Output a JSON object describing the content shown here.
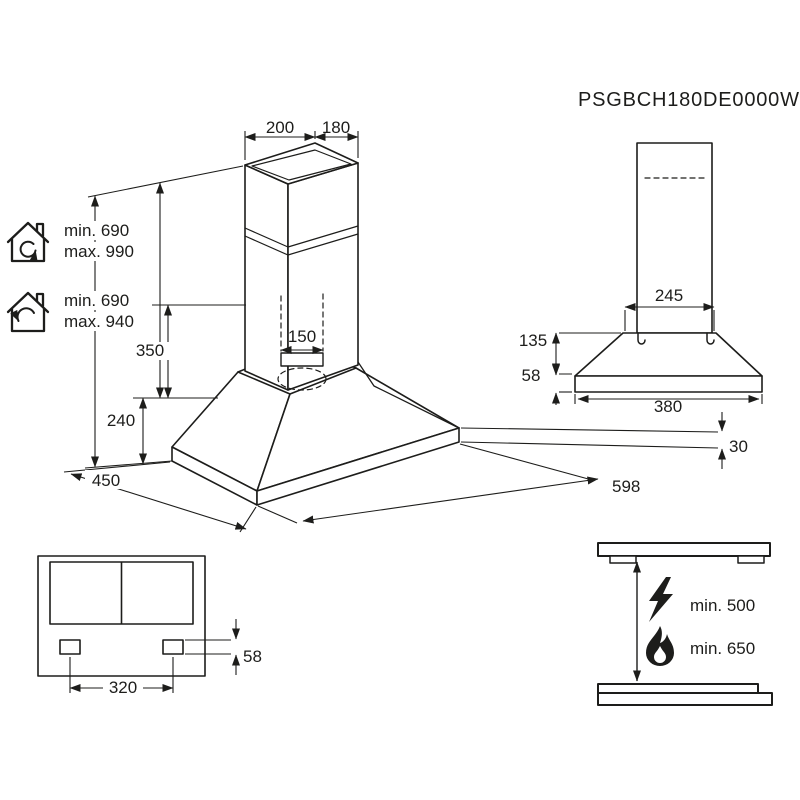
{
  "header": {
    "model_code": "PSGBCH180DE0000W"
  },
  "colors": {
    "line": "#1d1d1b",
    "background": "#ffffff"
  },
  "perspective_view": {
    "dims": {
      "top_width": "200",
      "top_depth": "180",
      "recirculation_min": "min. 690",
      "recirculation_max": "max. 990",
      "extraction_min": "min. 690",
      "extraction_max": "max. 940",
      "lower_chimney": "350",
      "outlet": "150",
      "canopy_height": "240",
      "depth": "450",
      "width": "598",
      "rim": "30"
    },
    "icons": {
      "recirculation": "house-recirculation-icon",
      "extraction": "house-extraction-icon"
    }
  },
  "front_view": {
    "dims": {
      "top_width": "245",
      "canopy_height": "135",
      "rim": "58",
      "base_width": "380"
    }
  },
  "bottom_view": {
    "dims": {
      "spacing": "320",
      "edge": "58"
    }
  },
  "clearance_view": {
    "electric_clearance": "min. 500",
    "gas_clearance": "min. 650",
    "icons": {
      "electric": "lightning-icon",
      "gas": "flame-icon"
    }
  }
}
